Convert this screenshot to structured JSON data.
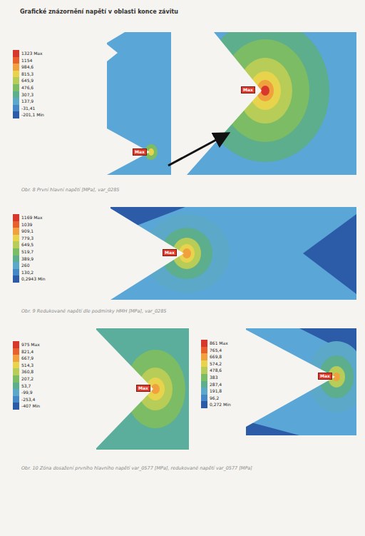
{
  "diagram": {
    "title": "Grafické znázornění napětí v oblasti konce závitu",
    "nodes": [
      {
        "text": [
          "Max"
        ]
      },
      {
        "text": [
          "Max"
        ]
      },
      {
        "text": [
          "Max"
        ]
      },
      {
        "text": [
          "Max"
        ]
      },
      {
        "text": [
          "Max"
        ]
      }
    ],
    "labels": [
      "Obr. 8 První hlavní napětí [MPa], var_0285",
      "Obr. 9 Redukované napětí dle podmínky HMH [MPa], var_0285",
      "Obr. 10 Zóna dosažení prvního hlavního napětí var_0577 [MPa], redukované napětí var_0577 [MPa]"
    ],
    "legend": [
      {
        "text": "1323 Max",
        "color": "#d8382c"
      },
      {
        "text": "1154",
        "color": "#e8602c"
      },
      {
        "text": "984,6",
        "color": "#f0a03c"
      },
      {
        "text": "815,3",
        "color": "#e8d44c"
      },
      {
        "text": "645,9",
        "color": "#b8cc58"
      },
      {
        "text": "476,6",
        "color": "#7cbc64"
      },
      {
        "text": "307,3",
        "color": "#5cae8c"
      },
      {
        "text": "137,9",
        "color": "#5ca8c8"
      },
      {
        "text": "-31,41",
        "color": "#4488c8"
      },
      {
        "text": "-201,1 Min",
        "color": "#2c5ca8"
      },
      {
        "text": "1169 Max",
        "color": "#d8382c"
      },
      {
        "text": "1039",
        "color": "#e8602c"
      },
      {
        "text": "909,1",
        "color": "#f0a03c"
      },
      {
        "text": "779,3",
        "color": "#e8d44c"
      },
      {
        "text": "649,5",
        "color": "#b8cc58"
      },
      {
        "text": "519,7",
        "color": "#7cbc64"
      },
      {
        "text": "389,9",
        "color": "#5cae8c"
      },
      {
        "text": "260",
        "color": "#5ca8c8"
      },
      {
        "text": "130,2",
        "color": "#4488c8"
      },
      {
        "text": "0,2943 Min",
        "color": "#2c5ca8"
      },
      {
        "text": "975 Max",
        "color": "#d8382c"
      },
      {
        "text": "821,4",
        "color": "#e8602c"
      },
      {
        "text": "667,9",
        "color": "#f0a03c"
      },
      {
        "text": "514,3",
        "color": "#e8d44c"
      },
      {
        "text": "360,8",
        "color": "#b8cc58"
      },
      {
        "text": "207,2",
        "color": "#7cbc64"
      },
      {
        "text": "53,7",
        "color": "#5cae8c"
      },
      {
        "text": "-99,9",
        "color": "#5ca8c8"
      },
      {
        "text": "-253,4",
        "color": "#4488c8"
      },
      {
        "text": "-407 Min",
        "color": "#2c5ca8"
      },
      {
        "text": "861 Max",
        "color": "#d8382c"
      },
      {
        "text": "765,4",
        "color": "#e8602c"
      },
      {
        "text": "669,8",
        "color": "#f0a03c"
      },
      {
        "text": "574,2",
        "color": "#e8d44c"
      },
      {
        "text": "478,6",
        "color": "#b8cc58"
      },
      {
        "text": "383",
        "color": "#7cbc64"
      },
      {
        "text": "287,4",
        "color": "#5cae8c"
      },
      {
        "text": "191,8",
        "color": "#5ca8c8"
      },
      {
        "text": "96,2",
        "color": "#4488c8"
      },
      {
        "text": "0,272 Min",
        "color": "#2c5ca8"
      }
    ]
  }
}
